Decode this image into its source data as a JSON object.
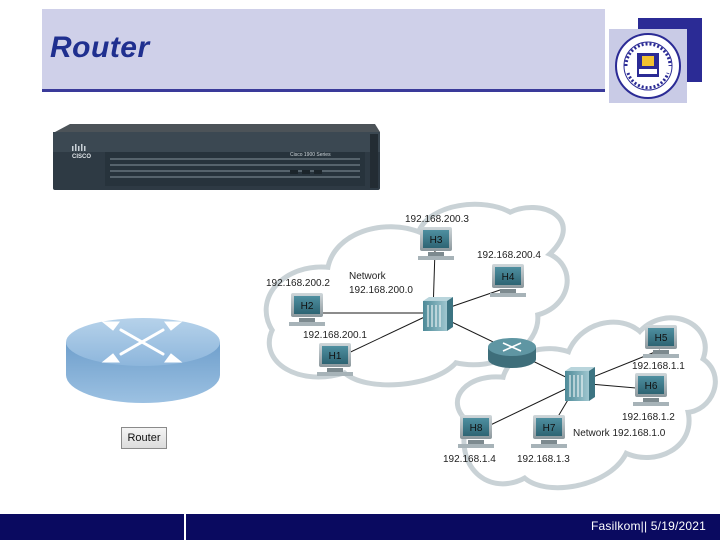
{
  "slide": {
    "title": "Router",
    "footer": "Fasilkom|| 5/19/2021"
  },
  "device": {
    "brand": "CISCO",
    "model": "Cisco 1900 Series"
  },
  "router_symbol": {
    "label": "Router"
  },
  "network_diagram": {
    "network_a": {
      "label": "Network",
      "address": "192.168.200.0"
    },
    "network_b": {
      "label": "Network 192.168.1.0"
    },
    "hosts": [
      {
        "name": "H1",
        "ip": "192.168.200.1"
      },
      {
        "name": "H2",
        "ip": "192.168.200.2"
      },
      {
        "name": "H3",
        "ip": "192.168.200.3"
      },
      {
        "name": "H4",
        "ip": "192.168.200.4"
      },
      {
        "name": "H5",
        "ip": "192.168.1.1"
      },
      {
        "name": "H6",
        "ip": "192.168.1.2"
      },
      {
        "name": "H7",
        "ip": "192.168.1.3"
      },
      {
        "name": "H8",
        "ip": "192.168.1.4"
      }
    ]
  }
}
